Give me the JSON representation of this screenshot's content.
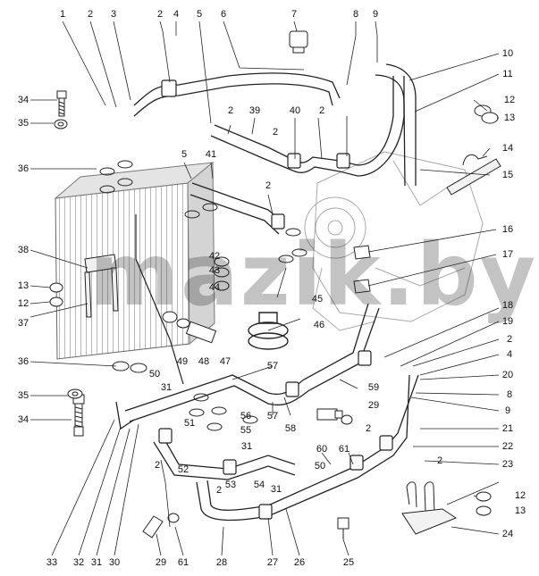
{
  "diagram": {
    "callouts": [
      {
        "id": "c1",
        "text": "1"
      },
      {
        "id": "c2a",
        "text": "2"
      },
      {
        "id": "c3",
        "text": "3"
      },
      {
        "id": "c2b",
        "text": "2"
      },
      {
        "id": "c4a",
        "text": "4"
      },
      {
        "id": "c5a",
        "text": "5"
      },
      {
        "id": "c6",
        "text": "6"
      },
      {
        "id": "c7",
        "text": "7"
      },
      {
        "id": "c8a",
        "text": "8"
      },
      {
        "id": "c9a",
        "text": "9"
      },
      {
        "id": "c10",
        "text": "10"
      },
      {
        "id": "c11",
        "text": "11"
      },
      {
        "id": "c12a",
        "text": "12"
      },
      {
        "id": "c13a",
        "text": "13"
      },
      {
        "id": "c14",
        "text": "14"
      },
      {
        "id": "c15",
        "text": "15"
      },
      {
        "id": "c34a",
        "text": "34"
      },
      {
        "id": "c35a",
        "text": "35"
      },
      {
        "id": "c2c",
        "text": "2"
      },
      {
        "id": "c39",
        "text": "39"
      },
      {
        "id": "c40",
        "text": "40"
      },
      {
        "id": "c2d",
        "text": "2"
      },
      {
        "id": "c2e",
        "text": "2"
      },
      {
        "id": "c36a",
        "text": "36"
      },
      {
        "id": "c5b",
        "text": "5"
      },
      {
        "id": "c41",
        "text": "41"
      },
      {
        "id": "c2f",
        "text": "2"
      },
      {
        "id": "c16",
        "text": "16"
      },
      {
        "id": "c38",
        "text": "38"
      },
      {
        "id": "c42",
        "text": "42"
      },
      {
        "id": "c43",
        "text": "43"
      },
      {
        "id": "c44",
        "text": "44"
      },
      {
        "id": "c17",
        "text": "17"
      },
      {
        "id": "c13b",
        "text": "13"
      },
      {
        "id": "c12b",
        "text": "12"
      },
      {
        "id": "c37",
        "text": "37"
      },
      {
        "id": "c45",
        "text": "45"
      },
      {
        "id": "c46",
        "text": "46"
      },
      {
        "id": "c18",
        "text": "18"
      },
      {
        "id": "c19",
        "text": "19"
      },
      {
        "id": "c2g",
        "text": "2"
      },
      {
        "id": "c4b",
        "text": "4"
      },
      {
        "id": "c49",
        "text": "49"
      },
      {
        "id": "c48",
        "text": "48"
      },
      {
        "id": "c47",
        "text": "47"
      },
      {
        "id": "c36b",
        "text": "36"
      },
      {
        "id": "c50a",
        "text": "50"
      },
      {
        "id": "c57a",
        "text": "57"
      },
      {
        "id": "c20",
        "text": "20"
      },
      {
        "id": "c35b",
        "text": "35"
      },
      {
        "id": "c31a",
        "text": "31"
      },
      {
        "id": "c59",
        "text": "59"
      },
      {
        "id": "c8b",
        "text": "8"
      },
      {
        "id": "c29a",
        "text": "29"
      },
      {
        "id": "c34b",
        "text": "34"
      },
      {
        "id": "c51",
        "text": "51"
      },
      {
        "id": "c56",
        "text": "56"
      },
      {
        "id": "c57b",
        "text": "57"
      },
      {
        "id": "c58",
        "text": "58"
      },
      {
        "id": "c9b",
        "text": "9"
      },
      {
        "id": "c21",
        "text": "21"
      },
      {
        "id": "c55",
        "text": "55"
      },
      {
        "id": "c2h",
        "text": "2"
      },
      {
        "id": "c60",
        "text": "60"
      },
      {
        "id": "c61a",
        "text": "61"
      },
      {
        "id": "c22",
        "text": "22"
      },
      {
        "id": "c2i",
        "text": "2"
      },
      {
        "id": "c31b",
        "text": "31"
      },
      {
        "id": "c52",
        "text": "52"
      },
      {
        "id": "c50b",
        "text": "50"
      },
      {
        "id": "c2j",
        "text": "2"
      },
      {
        "id": "c23",
        "text": "23"
      },
      {
        "id": "c53",
        "text": "53"
      },
      {
        "id": "c54",
        "text": "54"
      },
      {
        "id": "c31c",
        "text": "31"
      },
      {
        "id": "c2k",
        "text": "2"
      },
      {
        "id": "c12c",
        "text": "12"
      },
      {
        "id": "c13c",
        "text": "13"
      },
      {
        "id": "c24",
        "text": "24"
      },
      {
        "id": "c33",
        "text": "33"
      },
      {
        "id": "c32",
        "text": "32"
      },
      {
        "id": "c31d",
        "text": "31"
      },
      {
        "id": "c30",
        "text": "30"
      },
      {
        "id": "c29b",
        "text": "29"
      },
      {
        "id": "c61b",
        "text": "61"
      },
      {
        "id": "c28",
        "text": "28"
      },
      {
        "id": "c27",
        "text": "27"
      },
      {
        "id": "c26",
        "text": "26"
      },
      {
        "id": "c25",
        "text": "25"
      }
    ],
    "watermark": "mazik.by"
  }
}
